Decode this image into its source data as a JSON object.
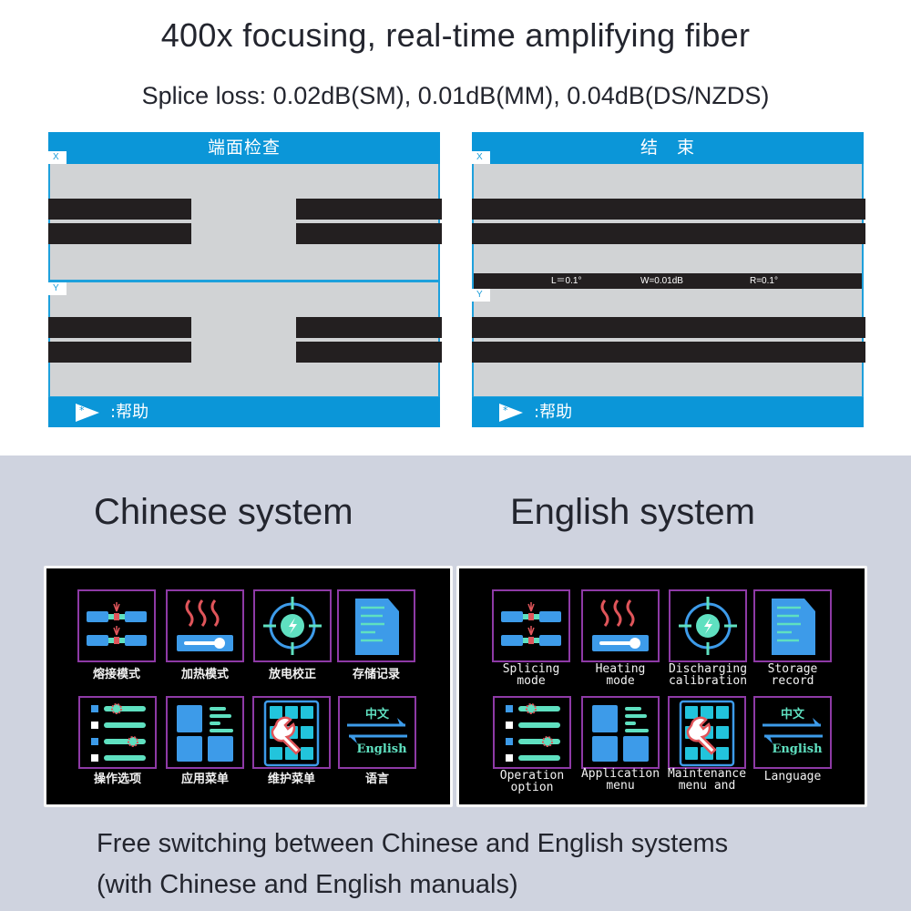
{
  "headline": {
    "title": "400x focusing, real-time amplifying fiber",
    "subtitle": "Splice loss: 0.02dB(SM), 0.01dB(MM), 0.04dB(DS/NZDS)"
  },
  "screens": [
    {
      "title": "端面检查",
      "axis_x": "X",
      "axis_y": "Y",
      "help": ":帮助",
      "state": "end-face inspection, fibers separated"
    },
    {
      "title": "结　束",
      "axis_x": "X",
      "axis_y": "Y",
      "help": ":帮助",
      "measurement": {
        "left": "L＝0.1°",
        "loss": "W=0.01dB",
        "right": "R=0.1°"
      },
      "state": "splice finished, fibers joined"
    }
  ],
  "systems": {
    "chinese": {
      "title": "Chinese system",
      "menu": [
        {
          "label": "熔接模式",
          "icon": "splicing-icon"
        },
        {
          "label": "加热模式",
          "icon": "heating-icon"
        },
        {
          "label": "放电校正",
          "icon": "discharge-calibration-icon"
        },
        {
          "label": "存储记录",
          "icon": "storage-record-icon"
        },
        {
          "label": "操作选项",
          "icon": "operation-option-icon"
        },
        {
          "label": "应用菜单",
          "icon": "application-menu-icon"
        },
        {
          "label": "维护菜单",
          "icon": "maintenance-menu-icon"
        },
        {
          "label": "语言",
          "icon": "language-icon"
        }
      ]
    },
    "english": {
      "title": "English system",
      "menu": [
        {
          "label": "Splicing\nmode",
          "l1": "Splicing",
          "l2": "mode",
          "icon": "splicing-icon"
        },
        {
          "label": "Heating\nmode",
          "l1": "Heating",
          "l2": "mode",
          "icon": "heating-icon"
        },
        {
          "label": "Discharging\ncalibration",
          "l1": "Discharging",
          "l2": "calibration",
          "icon": "discharge-calibration-icon"
        },
        {
          "label": "Storage\nrecord",
          "l1": "Storage",
          "l2": "record",
          "icon": "storage-record-icon"
        },
        {
          "label": "Operation\noption",
          "l1": "Operation",
          "l2": "option",
          "icon": "operation-option-icon"
        },
        {
          "label": "Application\nmenu",
          "l1": "Application",
          "l2": "menu",
          "icon": "application-menu-icon"
        },
        {
          "label": "Maintenance\nmenu and",
          "l1": "Maintenance",
          "l2": "menu and",
          "icon": "maintenance-menu-icon"
        },
        {
          "label": "Language",
          "l1": "Language",
          "l2": "",
          "icon": "language-icon"
        }
      ]
    }
  },
  "language_icon": {
    "top": "中文",
    "bottom": "English"
  },
  "footer": {
    "line1": "Free switching between Chinese and English systems",
    "line2": "(with Chinese and English manuals)"
  },
  "colors": {
    "screen_blue": "#0b96d8",
    "screen_gray": "#d1d3d5",
    "fiber_black": "#231f20",
    "section_bg": "#cfd3df",
    "tile_border": "#8e3aa6",
    "icon_blue": "#3d9be9",
    "icon_teal": "#5fe0c0",
    "icon_red": "#e0555a"
  }
}
